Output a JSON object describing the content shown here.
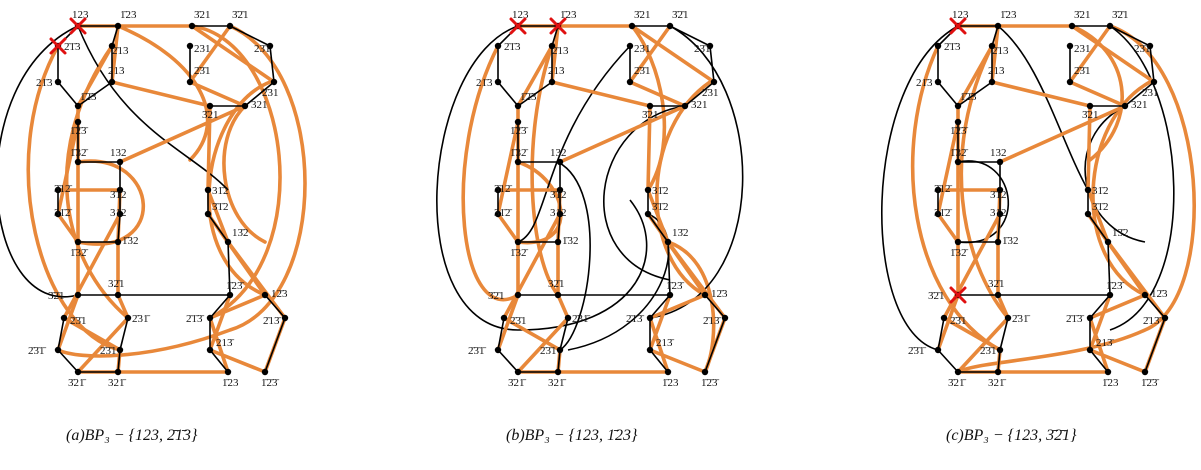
{
  "node_labels": [
    "123",
    "1̄23",
    "3̄21",
    "3̄2̄1",
    "2̄1̄3",
    "2̄13",
    "231",
    "23̄1",
    "21̄3",
    "213",
    "2̄3̄1",
    "2̄31",
    "1̄2̄3",
    "3̄21",
    "321",
    "1̄2̄3̄",
    "1̄32̄",
    "132",
    "3̄12̄",
    "3̄12",
    "31̄2",
    "31̄2̄",
    "312",
    "3̄1̄2",
    "1̄32̄",
    "1̄32",
    "13̄2",
    "3̄2̄1",
    "32̄1",
    "1̄23̄",
    "12̄3",
    "2̄3̄1",
    "2̄31̄",
    "2̄1̄3̄",
    "2̄13̄",
    "2̄3̄1̄",
    "2̄3̄1",
    "213̄",
    "3̄21̄",
    "321̄",
    "1̄23",
    "1̄2̄3̄"
  ],
  "panels": [
    {
      "caption": "(a)BP₃ − {123, 2̄1̄3}",
      "removed": [
        "123",
        "2̄1̄3"
      ]
    },
    {
      "caption": "(b)BP₃ − {123, 1̄23}",
      "removed": [
        "123",
        "1̄23"
      ]
    },
    {
      "caption": "(c)BP₃ − {123, 3̄2̄1}",
      "removed": [
        "123",
        "3̄2̄1"
      ]
    }
  ],
  "colors": {
    "black_edge": "#000000",
    "orange_edge": "#E8883A",
    "removed_marker": "#E01010"
  }
}
